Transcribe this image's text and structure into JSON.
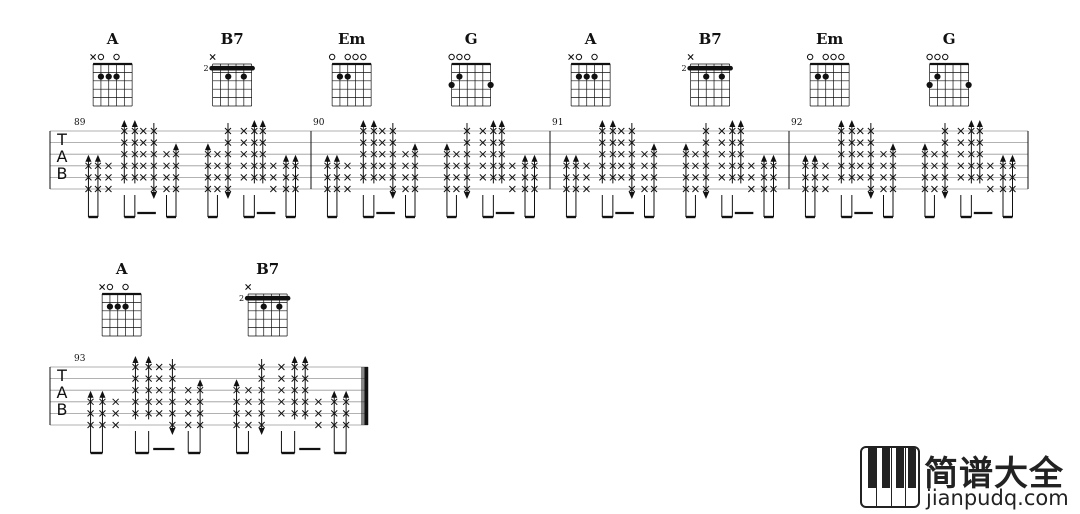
{
  "colors": {
    "ink": "#111111",
    "staff_line": "#999999"
  },
  "tab_clef": [
    "T",
    "A",
    "B"
  ],
  "chords": [
    {
      "name": "A",
      "markers": "×o o",
      "dots": [
        [
          2,
          1
        ],
        [
          2,
          2
        ],
        [
          2,
          3
        ]
      ],
      "barre": null,
      "fret_label": ""
    },
    {
      "name": "B7",
      "markers": "×",
      "dots": [
        [
          2,
          2
        ],
        [
          2,
          4
        ]
      ],
      "barre": {
        "fret": 1,
        "from": 0,
        "to": 4
      },
      "fret_label": "2"
    },
    {
      "name": "Em",
      "markers": "o ooo",
      "dots": [
        [
          2,
          1
        ],
        [
          2,
          2
        ]
      ],
      "barre": null,
      "fret_label": ""
    },
    {
      "name": "G",
      "markers": "ooo",
      "dots": [
        [
          3,
          0
        ],
        [
          2,
          1
        ],
        [
          3,
          5
        ]
      ],
      "barre": null,
      "fret_label": ""
    }
  ],
  "rows": [
    {
      "measures": [
        "89",
        "90",
        "91",
        "92"
      ],
      "chord_sequence": [
        "A",
        "B7",
        "Em",
        "G",
        "A",
        "B7",
        "Em",
        "G"
      ]
    },
    {
      "measures": [
        "93"
      ],
      "chord_sequence": [
        "A",
        "B7"
      ]
    }
  ],
  "logo": {
    "title": "简谱大全",
    "url": "jianpudq.com"
  }
}
